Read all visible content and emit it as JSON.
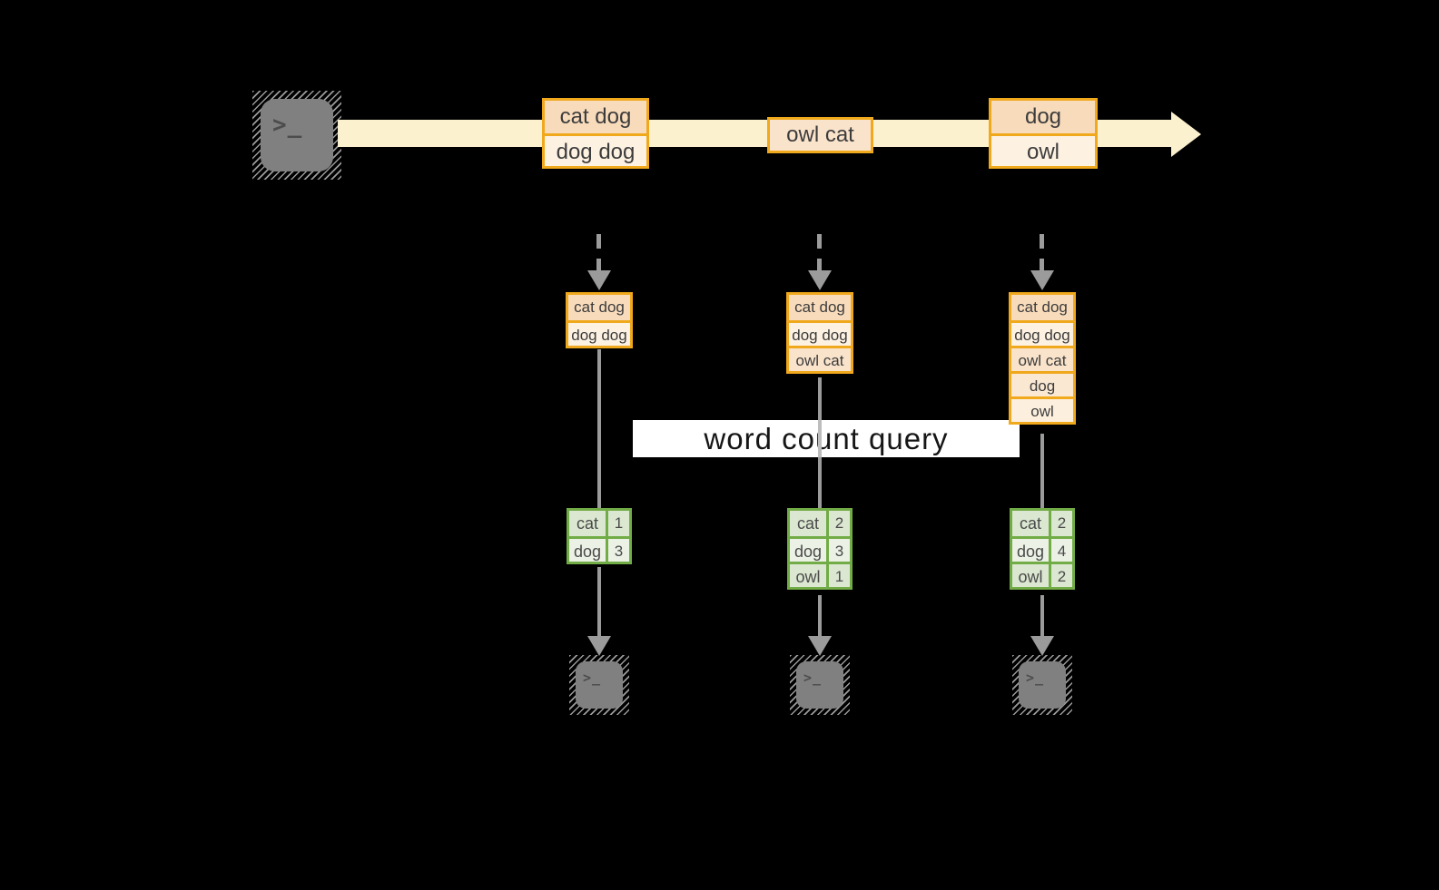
{
  "colors": {
    "canvas_bg": "#000000",
    "orange": "#F0A81C",
    "band": "#FCF1CF",
    "ink": "#3C3C3C",
    "gline": "#9B9B9B",
    "green": "#71AC46",
    "terminal_gray": "#808080",
    "prompt_ink": "#4C4C4C"
  },
  "terminal_prompt": ">_",
  "stream": {
    "records": [
      [
        "cat dog",
        "dog dog"
      ],
      [
        "owl cat"
      ],
      [
        "dog",
        "owl"
      ]
    ]
  },
  "query_label": "word count query",
  "columns": [
    {
      "buffer": [
        "cat dog",
        "dog dog"
      ],
      "counts": [
        [
          "cat",
          "1"
        ],
        [
          "dog",
          "3"
        ]
      ]
    },
    {
      "buffer": [
        "cat dog",
        "dog dog",
        "owl cat"
      ],
      "counts": [
        [
          "cat",
          "2"
        ],
        [
          "dog",
          "3"
        ],
        [
          "owl",
          "1"
        ]
      ]
    },
    {
      "buffer": [
        "cat dog",
        "dog dog",
        "owl cat",
        "dog",
        "owl"
      ],
      "counts": [
        [
          "cat",
          "2"
        ],
        [
          "dog",
          "4"
        ],
        [
          "owl",
          "2"
        ]
      ]
    }
  ]
}
